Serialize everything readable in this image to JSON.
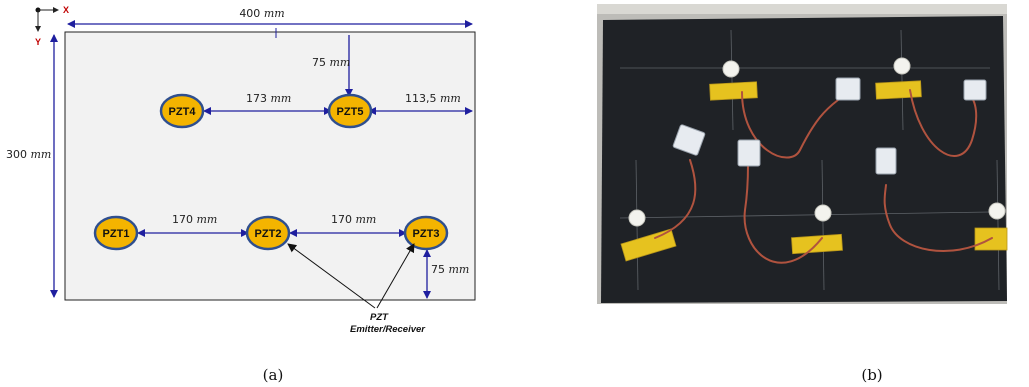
{
  "panel_a": {
    "axes": {
      "x_label": "X",
      "y_label": "Y"
    },
    "plate": {
      "width_label": "400",
      "height_label": "300",
      "unit": "mm"
    },
    "transducers": [
      {
        "id": "PZT1"
      },
      {
        "id": "PZT2"
      },
      {
        "id": "PZT3"
      },
      {
        "id": "PZT4"
      },
      {
        "id": "PZT5"
      }
    ],
    "dimensions": {
      "pzt1_pzt2": "170",
      "pzt2_pzt3": "170",
      "pzt4_pzt5": "173",
      "pzt5_right_edge": "113,5",
      "pzt5_top_edge": "75",
      "pzt3_bottom_edge": "75"
    },
    "callout": {
      "line1": "PZT",
      "line2": "Emitter/Receiver"
    },
    "colors": {
      "transducer_fill": "#f4b400",
      "transducer_stroke": "#2f4f8f",
      "arrow": "#1f1f9f",
      "plate_fill": "#f2f2f2"
    }
  },
  "panel_b": {
    "description_icon": "photo-of-plate-with-sensors",
    "colors": {
      "plate": "#1f2226",
      "tape": "#e6c21f",
      "wire": "#b0533f"
    }
  },
  "captions": {
    "a": "(a)",
    "b": "(b)"
  }
}
